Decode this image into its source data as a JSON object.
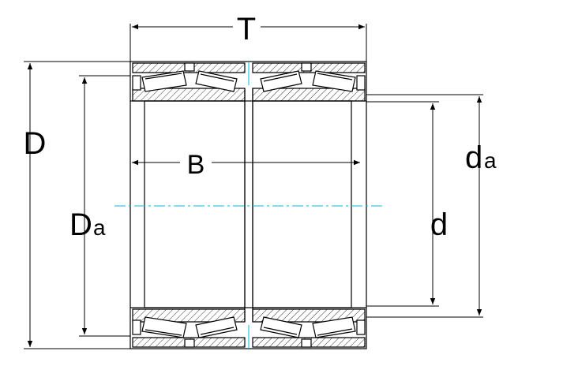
{
  "diagram": {
    "labels": {
      "T": "T",
      "D": "D",
      "Da_main": "D",
      "Da_sub": "a",
      "B": "B",
      "d": "d",
      "da_main": "d",
      "da_sub": "a"
    },
    "colors": {
      "line": "#000000",
      "center_line": "#00bcd4",
      "hatch": "#000000",
      "background": "#ffffff"
    }
  }
}
